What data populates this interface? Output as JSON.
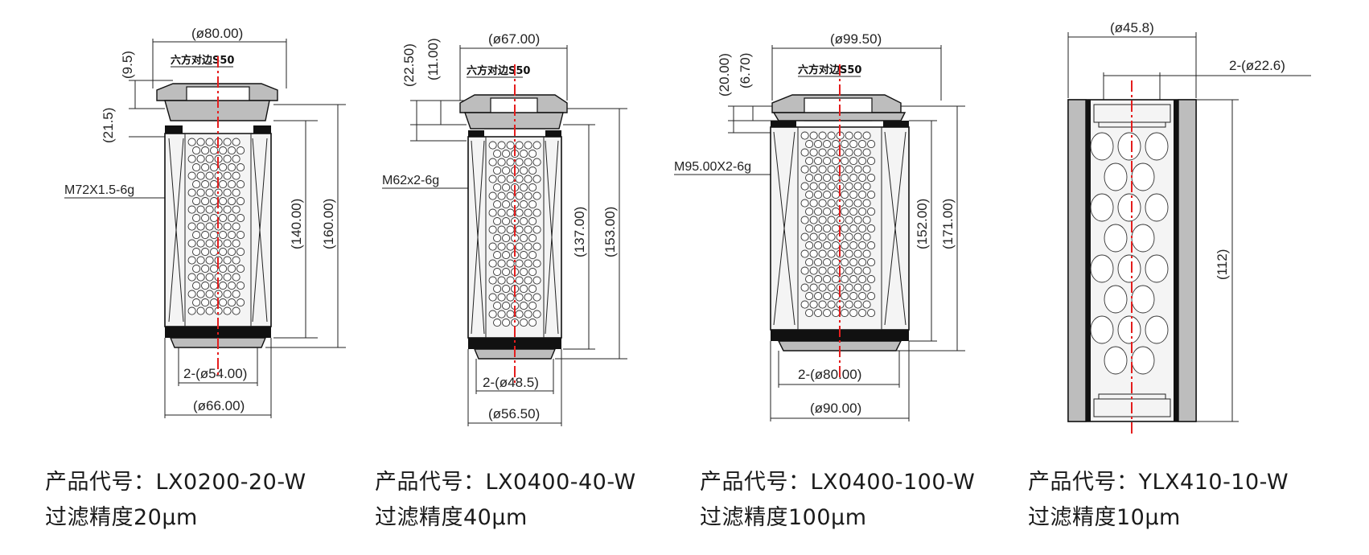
{
  "products": [
    {
      "code_label": "产品代号：LX0200-20-W",
      "accuracy_label": "过滤精度20μm",
      "dims": {
        "top_dia": "(ø80.00)",
        "hex": "六方对边S50",
        "h1": "(9.5)",
        "h2": "(21.5)",
        "thread": "M72X1.5-6g",
        "inner_len": "(140.00)",
        "total_len": "(160.00)",
        "bore": "2-(ø54.00)",
        "bottom_dia": "(ø66.00)"
      }
    },
    {
      "code_label": "产品代号：LX0400-40-W",
      "accuracy_label": "过滤精度40μm",
      "dims": {
        "top_dia": "(ø67.00)",
        "hex": "六方对边S50",
        "h1": "(22.50)",
        "h2": "(11.00)",
        "thread": "M62x2-6g",
        "inner_len": "(137.00)",
        "total_len": "(153.00)",
        "bore": "2-(ø48.5)",
        "bottom_dia": "(ø56.50)"
      }
    },
    {
      "code_label": "产品代号：LX0400-100-W",
      "accuracy_label": "过滤精度100μm",
      "dims": {
        "top_dia": "(ø99.50)",
        "hex": "六方对边S50",
        "h1": "(20.00)",
        "h2": "(6.70)",
        "thread": "M95.00X2-6g",
        "inner_len": "(152.00)",
        "total_len": "(171.00)",
        "bore": "2-(ø80.00)",
        "bottom_dia": "(ø90.00)"
      }
    },
    {
      "code_label": "产品代号：YLX410-10-W",
      "accuracy_label": "过滤精度10μm",
      "dims": {
        "top_dia": "(ø45.8)",
        "bore": "2-(ø22.6)",
        "total_len": "(112)"
      }
    }
  ]
}
